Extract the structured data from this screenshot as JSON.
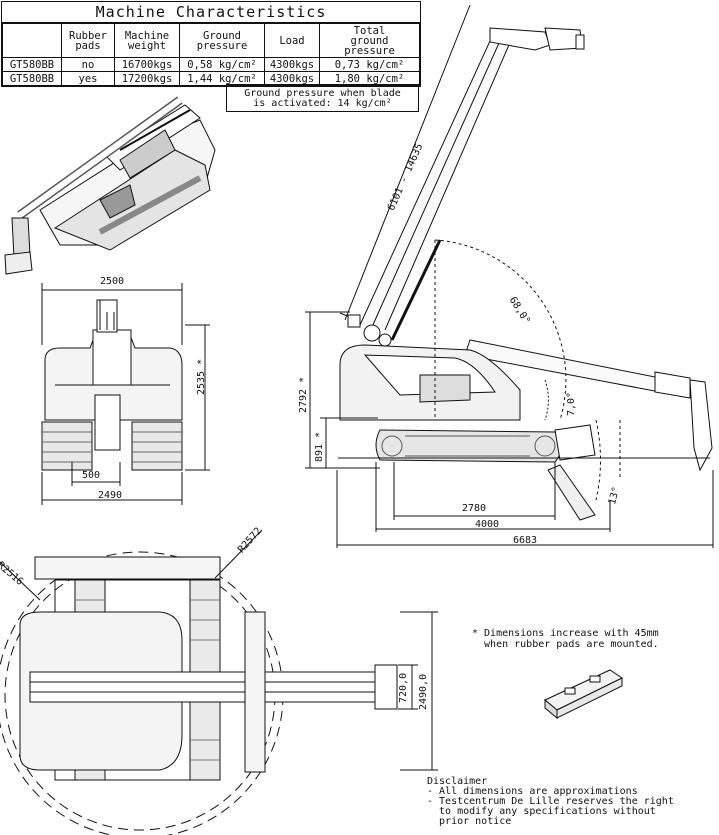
{
  "spec_table": {
    "title": "Machine Characteristics",
    "headers": [
      "",
      "Rubber\npads",
      "Machine\nweight",
      "Ground\npressure",
      "Load",
      "Total\nground\npressure"
    ],
    "rows": [
      [
        "GT580BB",
        "no",
        "16700kgs",
        "0,58 kg/cm²",
        "4300kgs",
        "0,73 kg/cm²"
      ],
      [
        "GT580BB",
        "yes",
        "17200kgs",
        "1,44 kg/cm²",
        "4300kgs",
        "1,80 kg/cm²"
      ]
    ]
  },
  "blade_note": "Ground pressure when blade\nis activated: 14 kg/cm²",
  "dimensions": {
    "front_width": "2500",
    "front_height": "2535 *",
    "front_blade": "500",
    "front_track": "2490",
    "side_boom_length": "6101 - 14635",
    "side_angle_max": "68,0°",
    "side_angle_down": "7,0°",
    "side_height": "2792 *",
    "side_track_height": "891 *",
    "side_blade_angle": "13°",
    "side_track_len": "2780",
    "side_len": "4000",
    "side_total": "6683",
    "top_radius_outer": "R2572",
    "top_radius_inner": "R2516",
    "top_width_small": "720,0",
    "top_width": "2490,0"
  },
  "footnote": "* Dimensions increase with 45mm\n  when rubber pads are mounted.",
  "disclaimer": {
    "title": "Disclaimer",
    "lines": [
      "- All dimensions are approximations",
      "- Testcentrum De Lille reserves the right",
      "  to modify any specifications without",
      "  prior notice"
    ]
  }
}
